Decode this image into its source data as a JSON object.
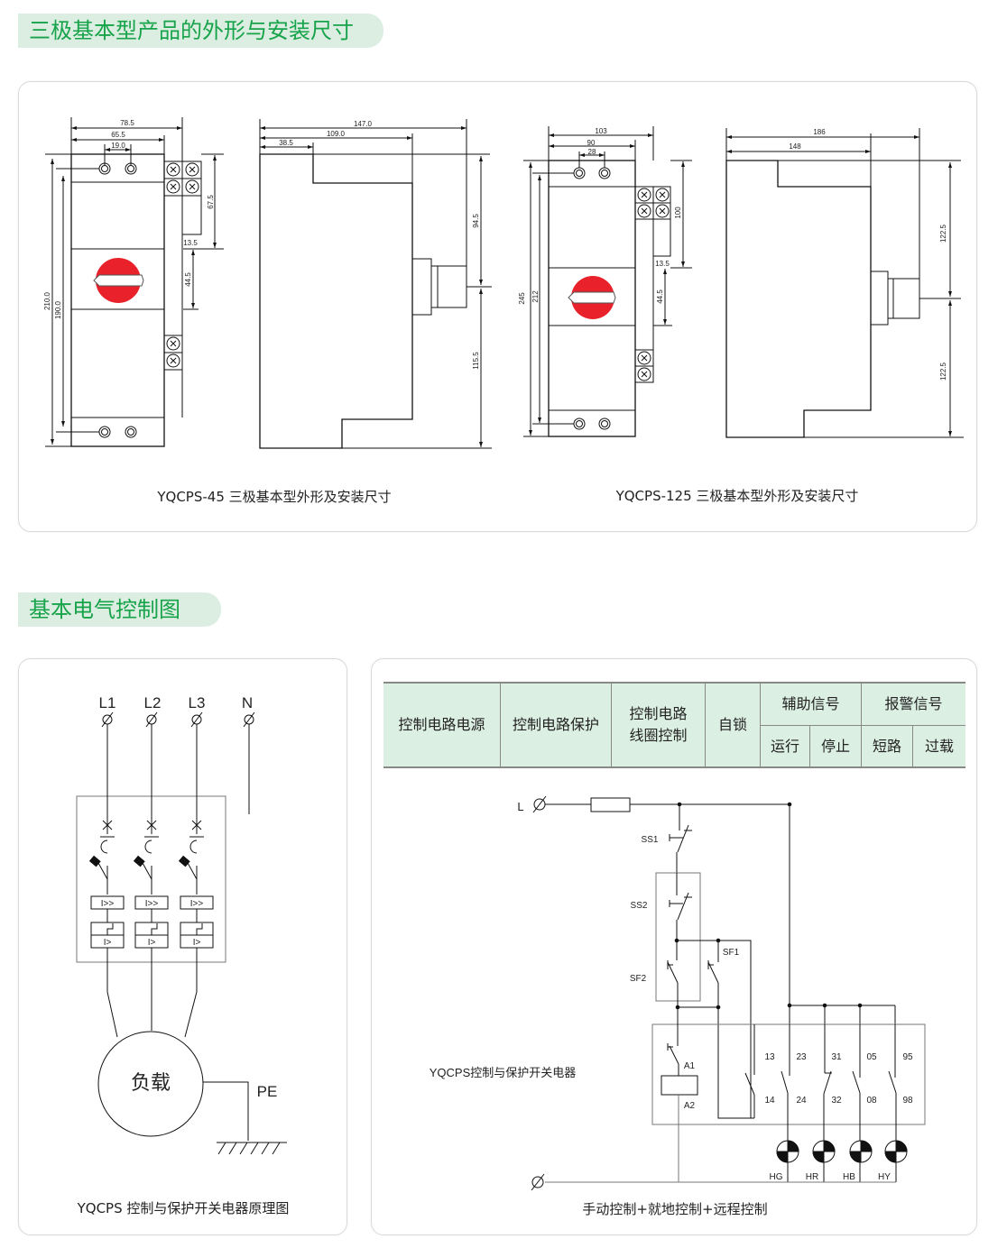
{
  "section1": {
    "title": "三极基本型产品的外形与安装尺寸"
  },
  "section2": {
    "title": "基本电气控制图"
  },
  "drawing45": {
    "caption": "YQCPS-45 三极基本型外形及安装尺寸",
    "front_dims": [
      "78.5",
      "65.5",
      "19.0",
      "210.0",
      "190.0",
      "67.5",
      "13.5",
      "44.5"
    ],
    "side_dims": [
      "147.0",
      "109.0",
      "38.5",
      "94.5",
      "115.5"
    ]
  },
  "drawing125": {
    "caption": "YQCPS-125 三极基本型外形及安装尺寸",
    "front_dims": [
      "103",
      "90",
      "28",
      "245",
      "212",
      "100",
      "13.5",
      "44.5"
    ],
    "side_dims": [
      "186",
      "148",
      "122.5",
      "122.5"
    ]
  },
  "principle": {
    "caption": "YQCPS 控制与保护开关电器原理图",
    "terminals": [
      "L1",
      "L2",
      "L3",
      "N"
    ],
    "breaker_labels": [
      "I>>",
      "I>"
    ],
    "load": "负载",
    "pe": "PE"
  },
  "control": {
    "table": {
      "col1": "控制电路电源",
      "col2": "控制电路保护",
      "col3_line1": "控制电路",
      "col3_line2": "线圈控制",
      "col4": "自锁",
      "aux": "辅助信号",
      "aux_run": "运行",
      "aux_stop": "停止",
      "alarm": "报警信号",
      "alarm_short": "短路",
      "alarm_over": "过载"
    },
    "labels": {
      "L": "L",
      "SS1": "SS1",
      "SS2": "SS2",
      "SF1": "SF1",
      "SF2": "SF2",
      "A1": "A1",
      "A2": "A2"
    },
    "contacts_top": [
      "13",
      "23",
      "31",
      "05",
      "95"
    ],
    "contacts_bottom": [
      "14",
      "24",
      "32",
      "08",
      "98"
    ],
    "lamps": [
      "HG",
      "HR",
      "HB",
      "HY"
    ],
    "device_label": "YQCPS控制与保护开关电器",
    "caption": "手动控制+就地控制+远程控制"
  },
  "colors": {
    "accent_green": "#17a34a",
    "title_bg": "#dbeee1",
    "table_bg": "#dcefe3",
    "knob_red": "#e8212a"
  }
}
